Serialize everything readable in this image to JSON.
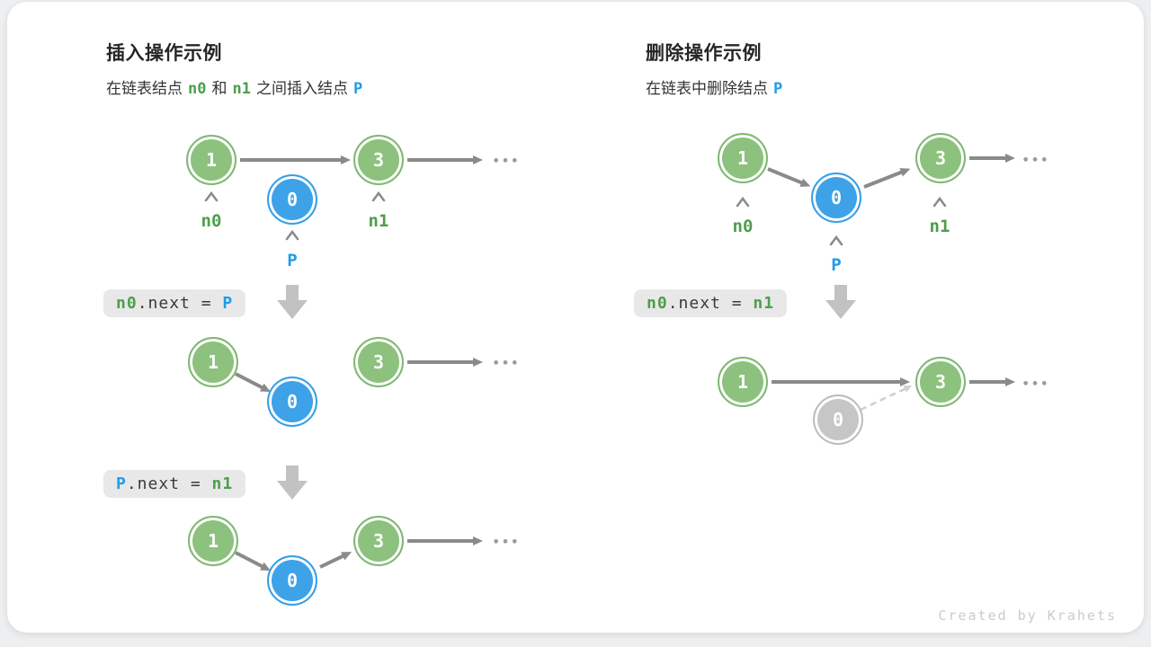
{
  "colors": {
    "node_green": "#8CC17E",
    "node_blue": "#3DA2E8",
    "node_gray": "#C6C6C6",
    "label_green": "#4C9F4C",
    "label_blue": "#1E9CEA",
    "arrow_gray": "#8A8A8A",
    "code_box_bg": "#E8E8E8"
  },
  "insert": {
    "title": "插入操作示例",
    "subtitle": {
      "part1": "在链表结点",
      "token1": "n0",
      "part2": "和",
      "token2": "n1",
      "part3": "之间插入结点",
      "token3": "P"
    },
    "pointer_labels": {
      "n0": "n0",
      "n1": "n1",
      "p": "P"
    },
    "step1": {
      "node1": "1",
      "node0": "0",
      "node3": "3",
      "ellipsis": "•••"
    },
    "code1": {
      "lhs": "n0",
      "op": ".next = ",
      "rhs": "P"
    },
    "step2": {
      "node1": "1",
      "node0": "0",
      "node3": "3",
      "ellipsis": "•••"
    },
    "code2": {
      "lhs": "P",
      "op": ".next = ",
      "rhs": "n1"
    },
    "step3": {
      "node1": "1",
      "node0": "0",
      "node3": "3",
      "ellipsis": "•••"
    }
  },
  "delete": {
    "title": "删除操作示例",
    "subtitle": {
      "part1": "在链表中删除结点",
      "token1": "P"
    },
    "pointer_labels": {
      "n0": "n0",
      "n1": "n1",
      "p": "P"
    },
    "step1": {
      "node1": "1",
      "node0": "0",
      "node3": "3",
      "ellipsis": "•••"
    },
    "code1": {
      "lhs": "n0",
      "op": ".next = ",
      "rhs": "n1"
    },
    "step2": {
      "node1": "1",
      "node0": "0",
      "node3": "3",
      "ellipsis": "•••"
    }
  },
  "footer": {
    "credit": "Created by Krahets"
  }
}
